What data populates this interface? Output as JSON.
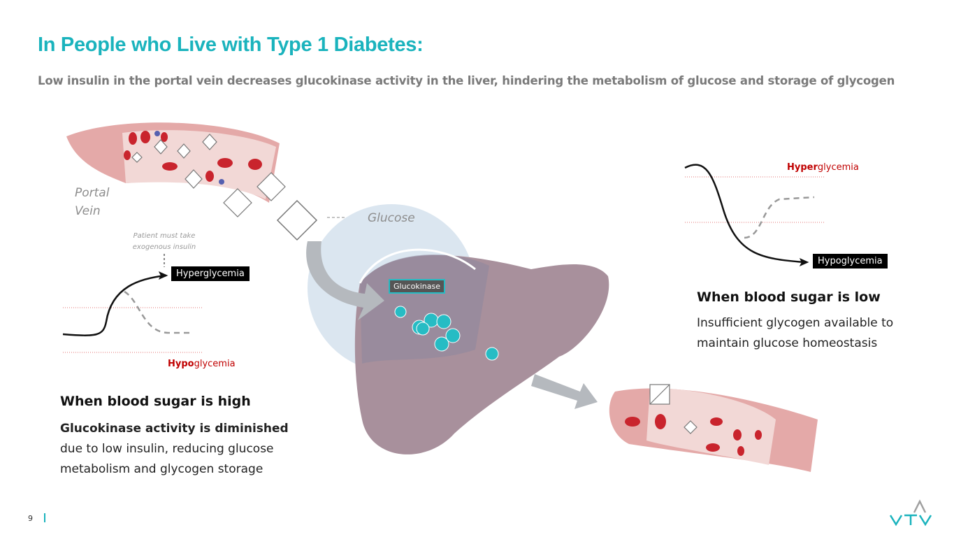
{
  "header": {
    "title": "In People who Live with Type 1 Diabetes:",
    "subtitle": "Low insulin in the portal vein decreases glucokinase activity in the liver, hindering the metabolism of glucose and storage of glycogen"
  },
  "diagram": {
    "portal_vein_label_1": "Portal",
    "portal_vein_label_2": "Vein",
    "glucose_label": "Glucose",
    "glucokinase_label": "Glucokinase"
  },
  "left_graph": {
    "note_1": "Patient must take",
    "note_2": "exogenous insulin",
    "hyper_label": "Hyperglycemia",
    "hypo_prefix": "Hypo",
    "hypo_suffix": "glycemia"
  },
  "right_graph": {
    "hyper_prefix": "Hyper",
    "hyper_suffix": "glycemia",
    "hypo_label": "Hypoglycemia"
  },
  "high": {
    "heading": "When blood sugar is high",
    "bold_line": "Glucokinase activity is diminished",
    "line2": "due to low insulin, reducing glucose",
    "line3": "metabolism and glycogen storage"
  },
  "low": {
    "heading": "When blood sugar is low",
    "line1": "Insufficient glycogen available to",
    "line2": "maintain glucose homeostasis"
  },
  "footer": {
    "page": "9",
    "logo": "VTV"
  },
  "colors": {
    "accent": "#1ab3bd",
    "red": "#c00000"
  }
}
